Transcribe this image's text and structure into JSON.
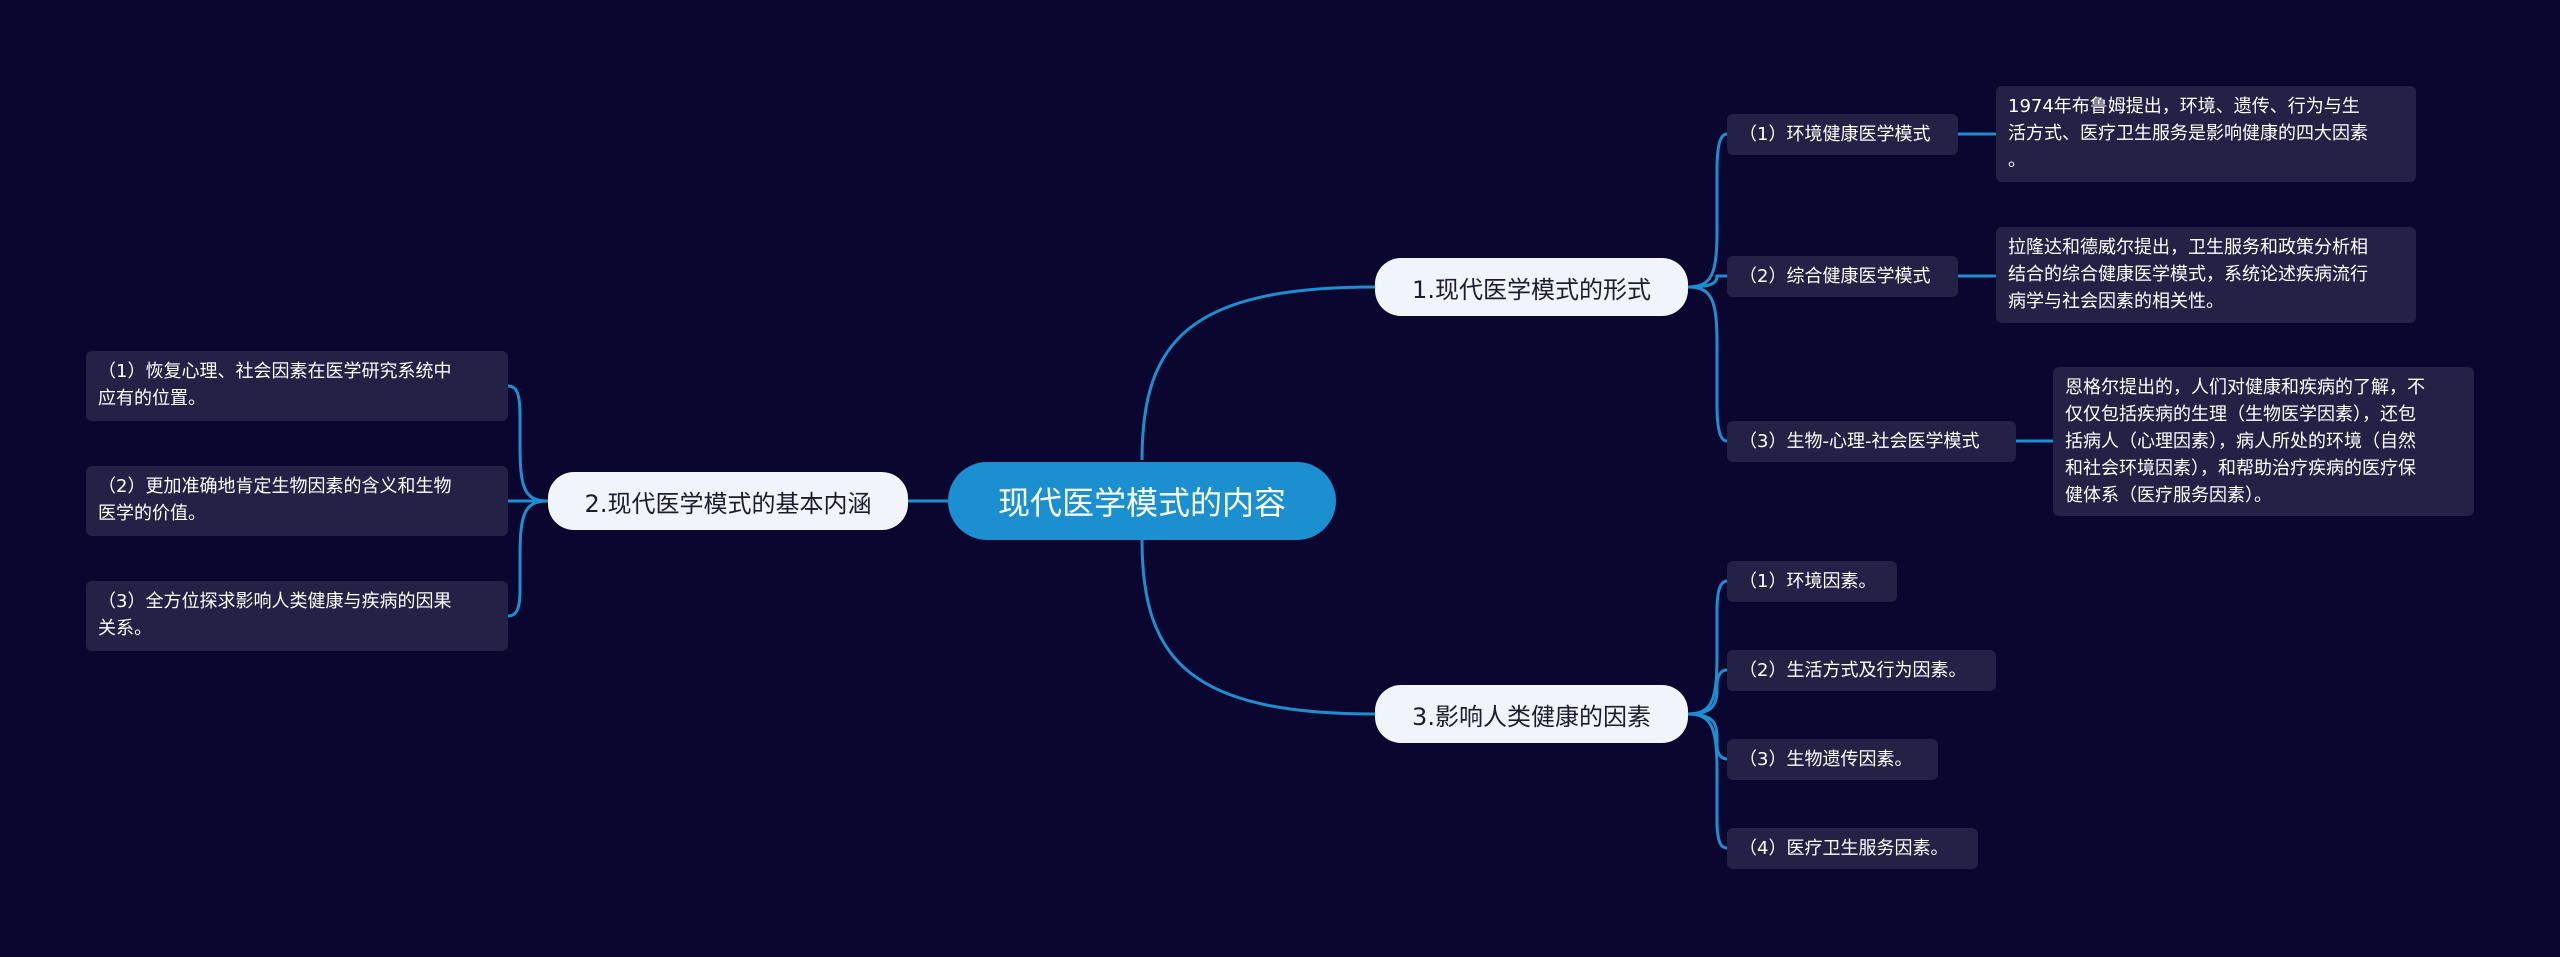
{
  "root": {
    "label": "现代医学模式的内容"
  },
  "branches": [
    {
      "label": "1.现代医学模式的形式",
      "items": [
        {
          "label": "（1）环境健康医学模式",
          "detail": "1974年布鲁姆提出，环境、遗传、行为与生\n活方式、医疗卫生服务是影响健康的四大因素\n。"
        },
        {
          "label": "（2）综合健康医学模式",
          "detail": "拉隆达和德威尔提出，卫生服务和政策分析相\n结合的综合健康医学模式，系统论述疾病流行\n病学与社会因素的相关性。"
        },
        {
          "label": "（3）生物-心理-社会医学模式",
          "detail": "恩格尔提出的，人们对健康和疾病的了解，不\n仅仅包括疾病的生理（生物医学因素），还包\n括病人（心理因素），病人所处的环境（自然\n和社会环境因素），和帮助治疗疾病的医疗保\n健体系（医疗服务因素）。"
        }
      ]
    },
    {
      "label": "2.现代医学模式的基本内涵",
      "items": [
        {
          "label": "（1）恢复心理、社会因素在医学研究系统中\n应有的位置。"
        },
        {
          "label": "（2）更加准确地肯定生物因素的含义和生物\n医学的价值。"
        },
        {
          "label": "（3）全方位探求影响人类健康与疾病的因果\n关系。"
        }
      ]
    },
    {
      "label": "3.影响人类健康的因素",
      "items": [
        {
          "label": "（1）环境因素。"
        },
        {
          "label": "（2）生活方式及行为因素。"
        },
        {
          "label": "（3）生物遗传因素。"
        },
        {
          "label": "（4）医疗卫生服务因素。"
        }
      ]
    }
  ],
  "colors": {
    "background": "#0a0630",
    "root": "#1c8fd0",
    "branch": "#f1f4fb",
    "leaf": "#242046",
    "connector": "#1c8fd0"
  }
}
